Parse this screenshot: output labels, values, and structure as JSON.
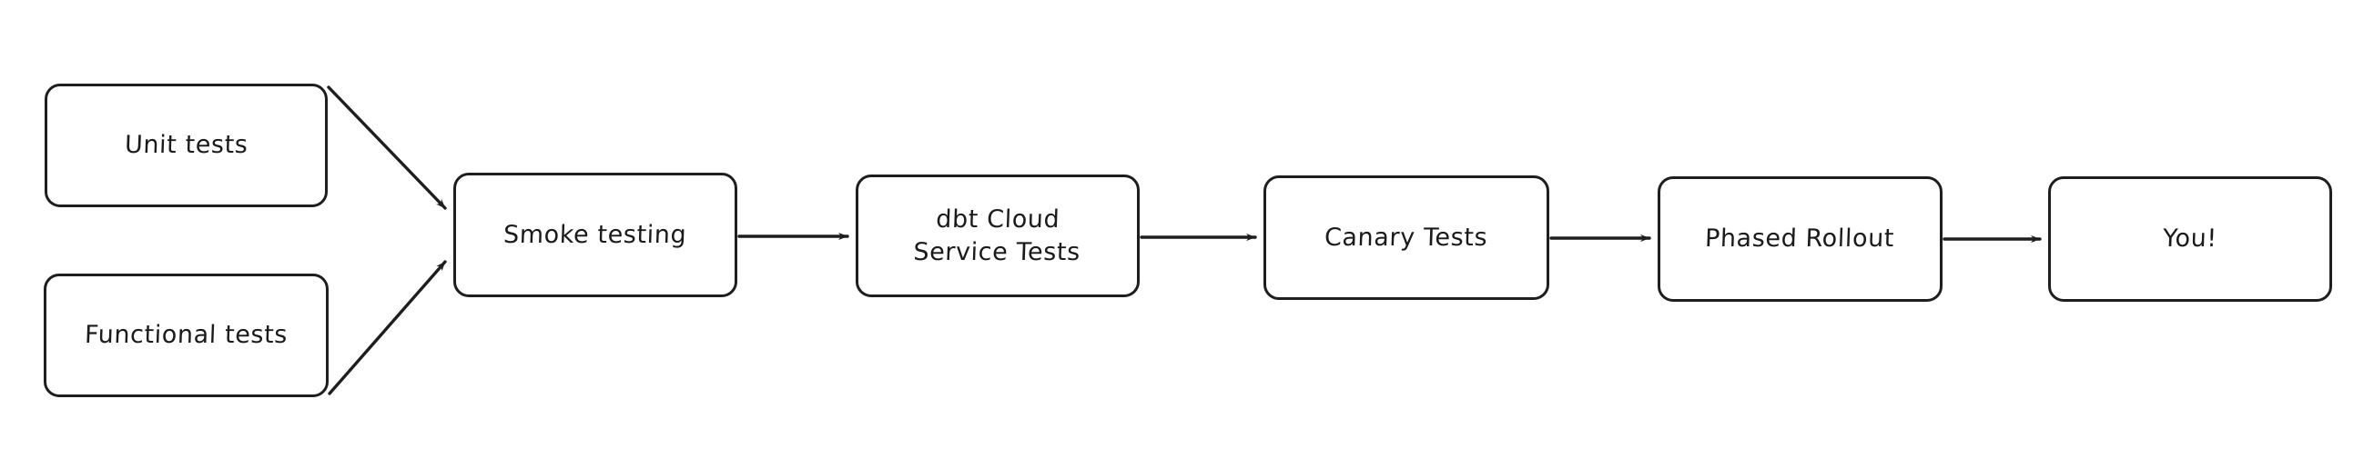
{
  "diagram": {
    "type": "flowchart",
    "direction": "left-to-right",
    "background_color": "#ffffff",
    "stroke_color": "#1e1e1e",
    "text_color": "#1b1b1b",
    "nodes": [
      {
        "id": "unit-tests",
        "label": "Unit tests"
      },
      {
        "id": "functional-tests",
        "label": "Functional tests"
      },
      {
        "id": "smoke-testing",
        "label": "Smoke testing"
      },
      {
        "id": "dbt-cloud-service-tests",
        "label": "dbt Cloud\nService Tests"
      },
      {
        "id": "canary-tests",
        "label": "Canary Tests"
      },
      {
        "id": "phased-rollout",
        "label": "Phased Rollout"
      },
      {
        "id": "you",
        "label": "You!"
      }
    ],
    "edges": [
      {
        "from": "unit-tests",
        "to": "smoke-testing",
        "style": "arrow"
      },
      {
        "from": "functional-tests",
        "to": "smoke-testing",
        "style": "arrow"
      },
      {
        "from": "smoke-testing",
        "to": "dbt-cloud-service-tests",
        "style": "arrow"
      },
      {
        "from": "dbt-cloud-service-tests",
        "to": "canary-tests",
        "style": "arrow"
      },
      {
        "from": "canary-tests",
        "to": "phased-rollout",
        "style": "arrow"
      },
      {
        "from": "phased-rollout",
        "to": "you",
        "style": "arrow"
      }
    ]
  }
}
